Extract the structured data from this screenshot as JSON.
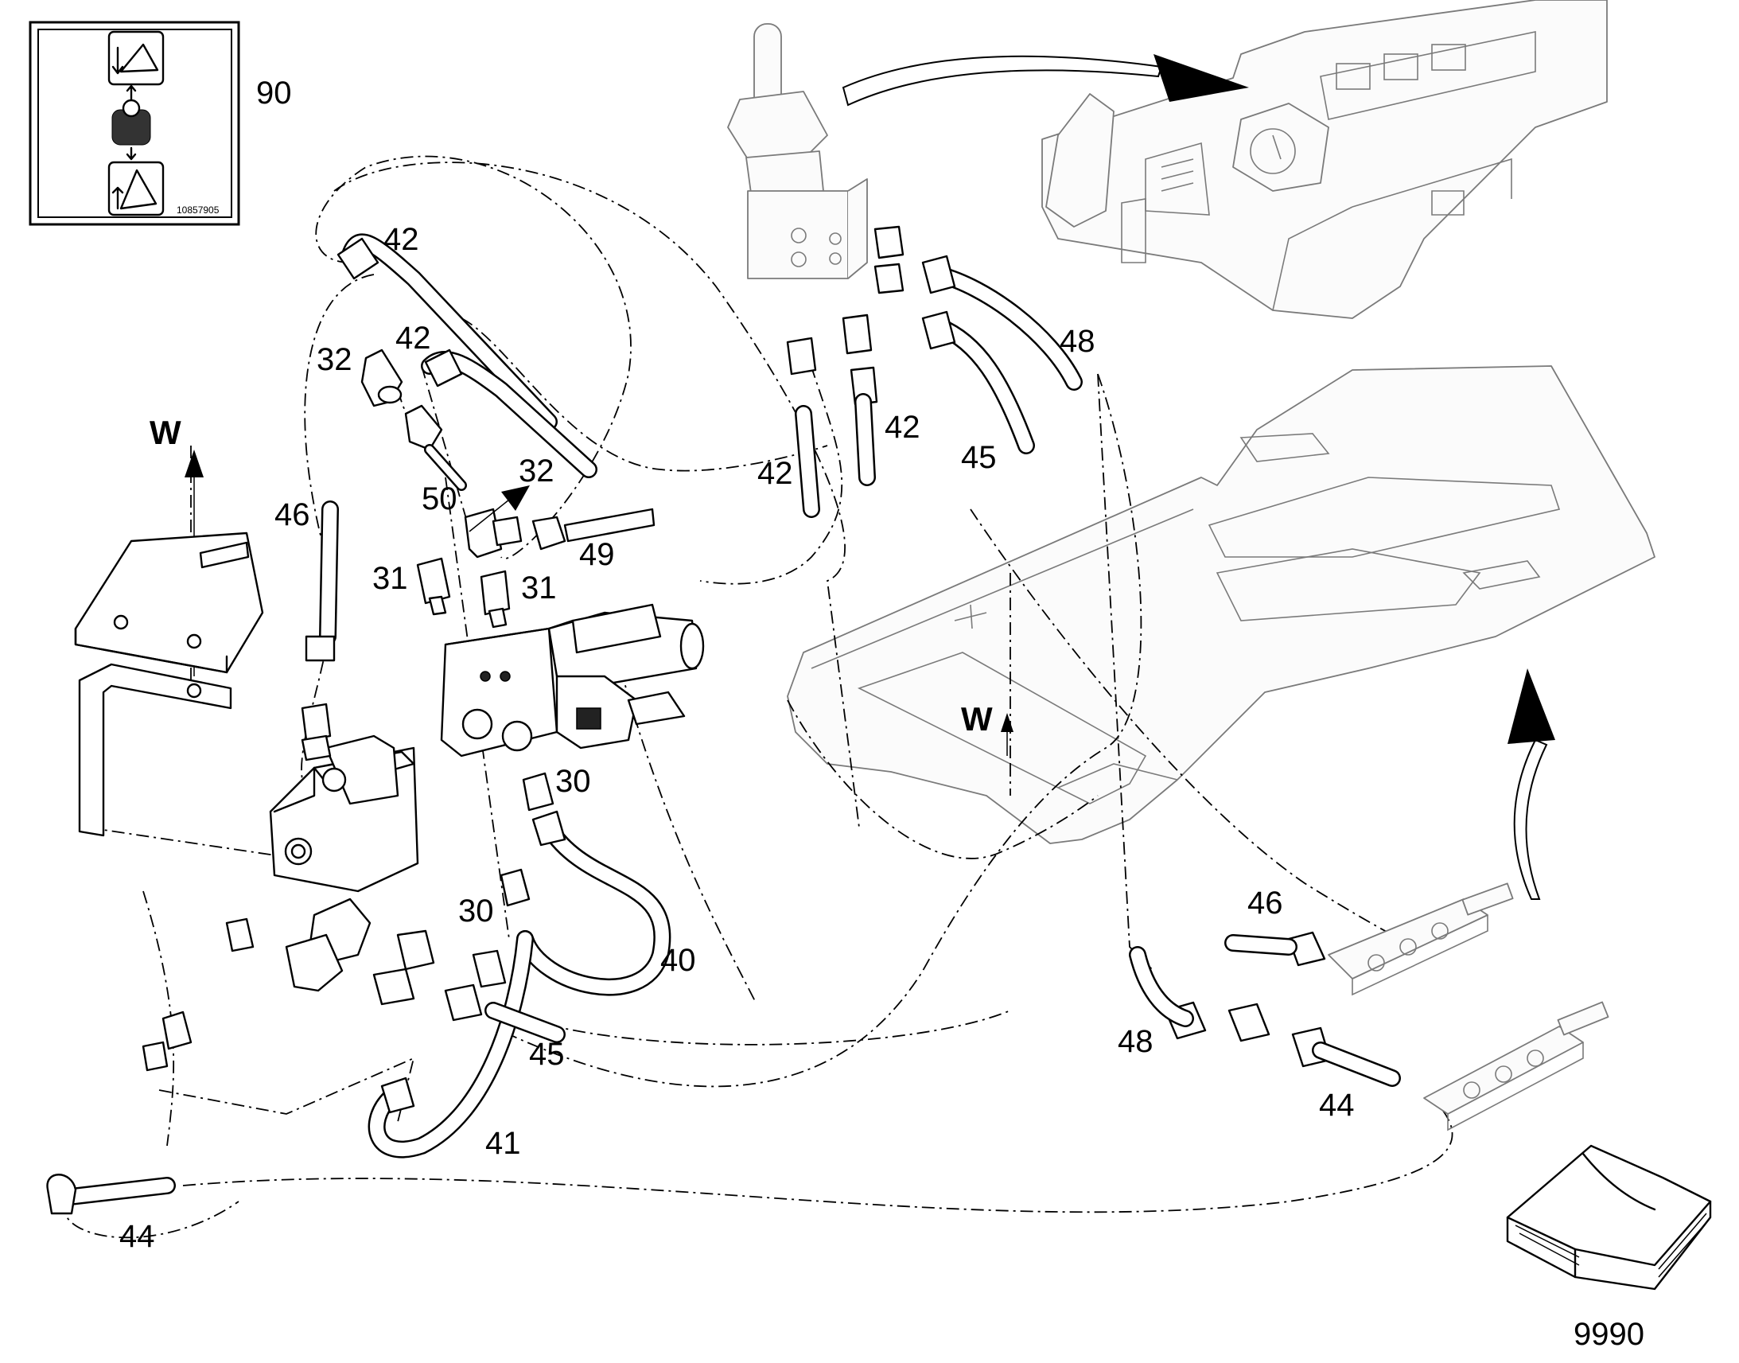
{
  "diagram": {
    "decal": {
      "label": "90",
      "code": "10857905"
    },
    "arrow_markers": {
      "left": "W",
      "center": "W"
    },
    "manual_label": "9990",
    "callouts": [
      {
        "id": "c42a",
        "text": "42"
      },
      {
        "id": "c32a",
        "text": "32"
      },
      {
        "id": "c42b",
        "text": "42"
      },
      {
        "id": "c32b",
        "text": "32"
      },
      {
        "id": "c50",
        "text": "50"
      },
      {
        "id": "c46a",
        "text": "46"
      },
      {
        "id": "c31a",
        "text": "31"
      },
      {
        "id": "c31b",
        "text": "31"
      },
      {
        "id": "c49",
        "text": "49"
      },
      {
        "id": "c30a",
        "text": "30"
      },
      {
        "id": "c30b",
        "text": "30"
      },
      {
        "id": "c40",
        "text": "40"
      },
      {
        "id": "c45a",
        "text": "45"
      },
      {
        "id": "c41",
        "text": "41"
      },
      {
        "id": "c44a",
        "text": "44"
      },
      {
        "id": "c48a",
        "text": "48"
      },
      {
        "id": "c42c",
        "text": "42"
      },
      {
        "id": "c42d",
        "text": "42"
      },
      {
        "id": "c45b",
        "text": "45"
      },
      {
        "id": "c46b",
        "text": "46"
      },
      {
        "id": "c48b",
        "text": "48"
      },
      {
        "id": "c44b",
        "text": "44"
      }
    ]
  }
}
